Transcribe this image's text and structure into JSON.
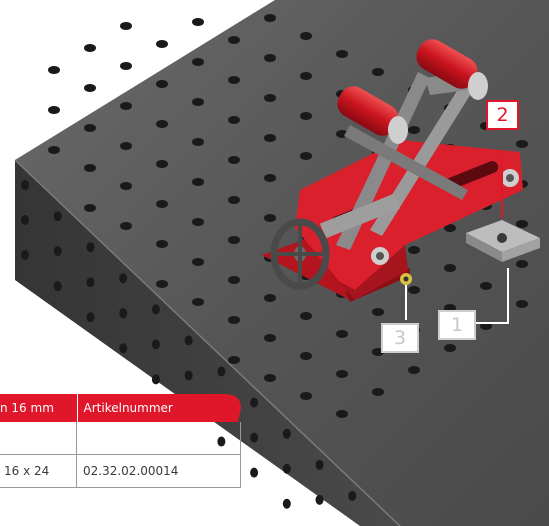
{
  "callouts": {
    "one": "1",
    "two": "2",
    "three": "3"
  },
  "table": {
    "headers": [
      "n 16 mm",
      "Artikelnummer"
    ],
    "rows": [
      [
        "",
        ""
      ],
      [
        "16 x 24",
        "02.32.02.00014"
      ]
    ]
  },
  "colors": {
    "accent": "#e0162b",
    "table_top": "#555555",
    "table_side": "#3e3e3e",
    "clamp_red": "#d9202c"
  }
}
